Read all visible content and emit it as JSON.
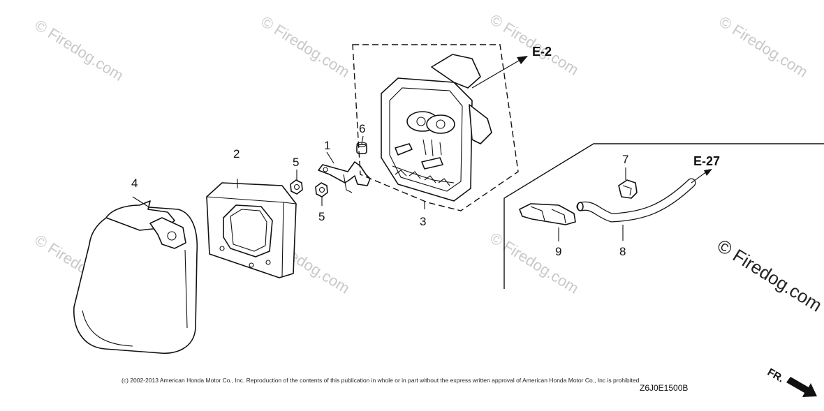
{
  "callouts": {
    "c1": "1",
    "c2": "2",
    "c3": "3",
    "c4": "4",
    "c5a": "5",
    "c5b": "5",
    "c6": "6",
    "c7": "7",
    "c8": "8",
    "c9": "9"
  },
  "refs": {
    "e2": "E-2",
    "e27": "E-27"
  },
  "watermark": {
    "small": "© Firedog.com",
    "large": "© Firedog.com"
  },
  "footer": {
    "copyright": "(c) 2002-2013 American Honda Motor Co., Inc. Reproduction of the contents of this publication in whole or in part without the express written approval of American Honda Motor Co., Inc is prohibited.",
    "diagram_code": "Z6J0E1500B"
  },
  "direction": {
    "label": "FR."
  }
}
